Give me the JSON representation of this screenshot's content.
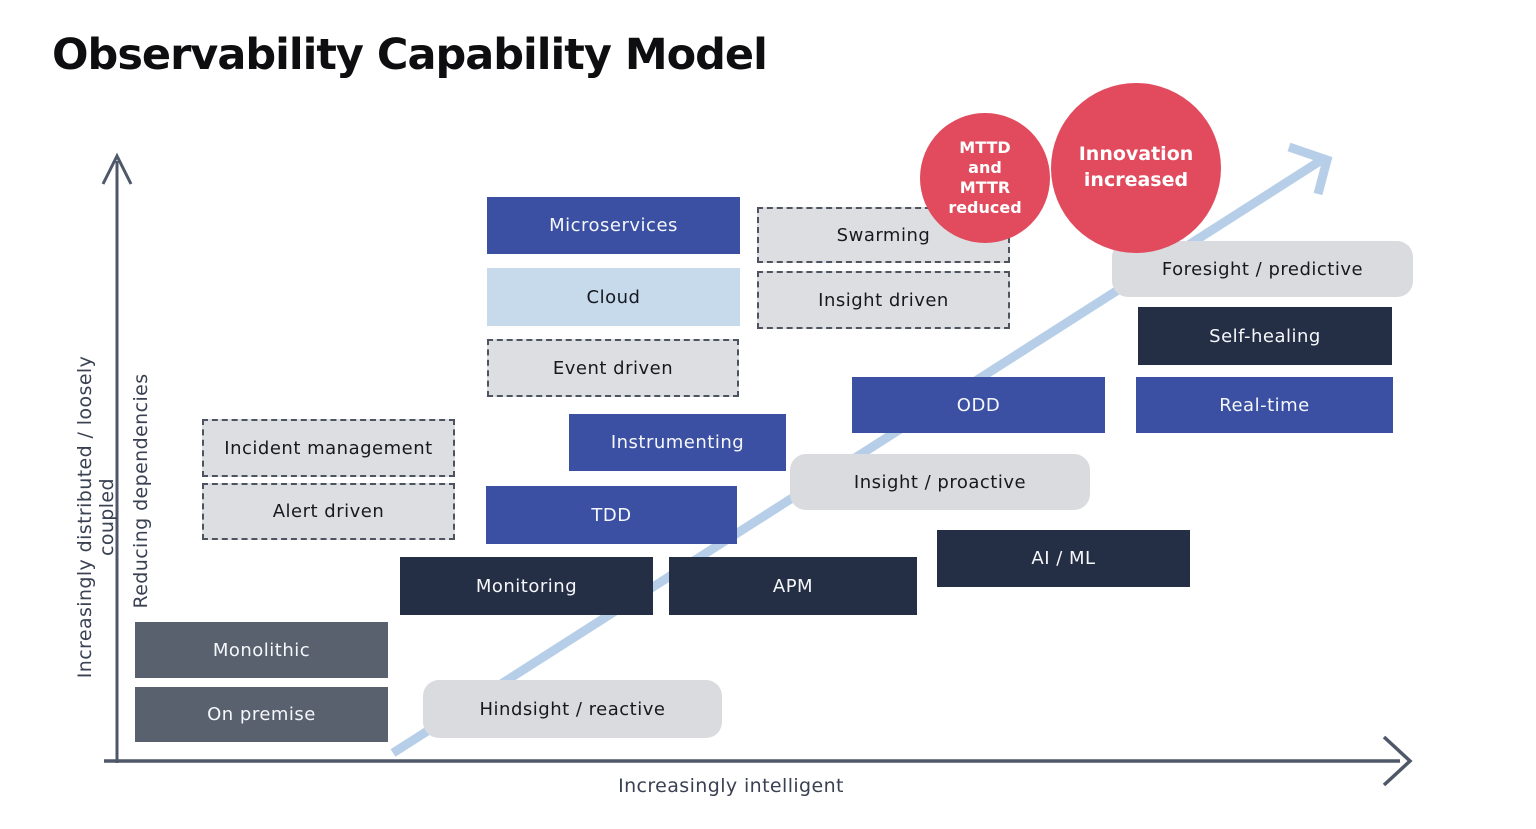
{
  "title": "Observability Capability Model",
  "axes": {
    "y_outer_label": "Increasingly distributed / loosely coupled",
    "y_inner_label": "Reducing dependencies",
    "x_label": "Increasingly intelligent"
  },
  "boxes": {
    "microservices": {
      "label": "Microservices",
      "variant": "blue"
    },
    "cloud": {
      "label": "Cloud",
      "variant": "lightblue"
    },
    "event_driven": {
      "label": "Event driven",
      "variant": "dashed"
    },
    "swarming": {
      "label": "Swarming",
      "variant": "dashed"
    },
    "insight_driven": {
      "label": "Insight driven",
      "variant": "dashed"
    },
    "foresight_predictive": {
      "label": "Foresight / predictive",
      "variant": "pill"
    },
    "self_healing": {
      "label": "Self-healing",
      "variant": "navy"
    },
    "real_time": {
      "label": "Real-time",
      "variant": "blue"
    },
    "odd": {
      "label": "ODD",
      "variant": "blue"
    },
    "incident_management": {
      "label": "Incident management",
      "variant": "dashed"
    },
    "alert_driven": {
      "label": "Alert driven",
      "variant": "dashed"
    },
    "instrumenting": {
      "label": "Instrumenting",
      "variant": "blue"
    },
    "tdd": {
      "label": "TDD",
      "variant": "blue"
    },
    "insight_proactive": {
      "label": "Insight / proactive",
      "variant": "pill"
    },
    "ai_ml": {
      "label": "AI / ML",
      "variant": "navy"
    },
    "monitoring": {
      "label": "Monitoring",
      "variant": "navy"
    },
    "apm": {
      "label": "APM",
      "variant": "navy"
    },
    "monolithic": {
      "label": "Monolithic",
      "variant": "slate"
    },
    "on_premise": {
      "label": "On premise",
      "variant": "slate"
    },
    "hindsight_reactive": {
      "label": "Hindsight / reactive",
      "variant": "pill"
    }
  },
  "circles": {
    "mttd": {
      "text": "MTTD\nand\nMTTR\nreduced"
    },
    "innovation": {
      "text": "Innovation\nincreased"
    }
  },
  "colors": {
    "blue": "#3B50A3",
    "light_blue": "#C7DAEC",
    "navy": "#242E44",
    "slate": "#59616F",
    "dashed_fill": "#DCDEE1",
    "dashed_border": "#4E545F",
    "pill_fill": "#D9DBDE",
    "red_bubble": "#E14B5D",
    "diagonal_arrow": "#B7CEE8",
    "axis": "#4F5869",
    "title_text": "#0E0E10",
    "axis_text": "#3A4152"
  }
}
